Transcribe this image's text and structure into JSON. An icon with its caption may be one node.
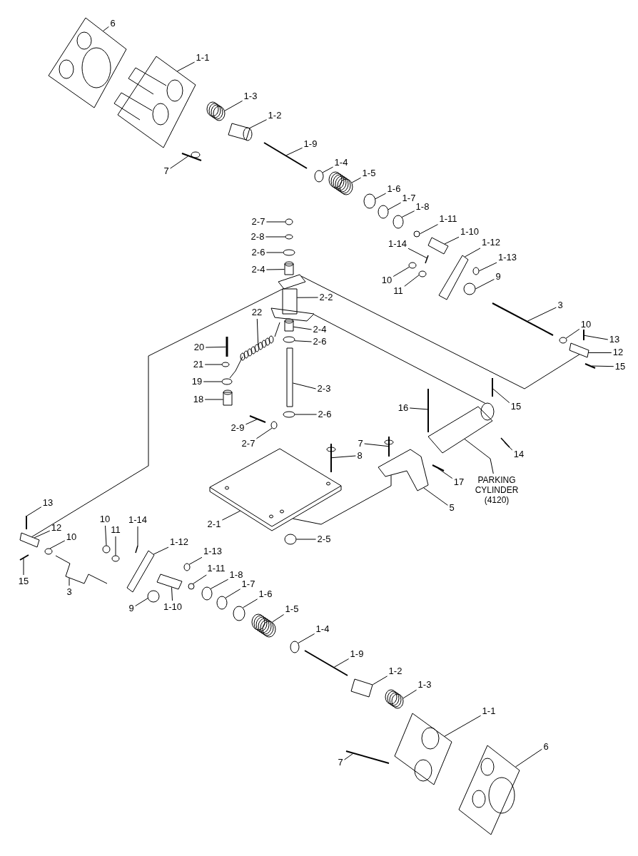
{
  "diagram": {
    "nodes": [
      {
        "text": [
          "6"
        ]
      },
      {
        "text": [
          "1-1"
        ]
      },
      {
        "text": [
          "1-3"
        ]
      },
      {
        "text": [
          "1-2"
        ]
      },
      {
        "text": [
          "7"
        ]
      },
      {
        "text": [
          "1-9"
        ]
      },
      {
        "text": [
          "1-4"
        ]
      },
      {
        "text": [
          "1-5"
        ]
      },
      {
        "text": [
          "1-6"
        ]
      },
      {
        "text": [
          "1-7"
        ]
      },
      {
        "text": [
          "1-8"
        ]
      },
      {
        "text": [
          "2-7"
        ]
      },
      {
        "text": [
          "1-11"
        ]
      },
      {
        "text": [
          "2-8"
        ]
      },
      {
        "text": [
          "1-10"
        ]
      },
      {
        "text": [
          "1-14"
        ]
      },
      {
        "text": [
          "1-12"
        ]
      },
      {
        "text": [
          "2-6"
        ]
      },
      {
        "text": [
          "1-13"
        ]
      },
      {
        "text": [
          "2-4"
        ]
      },
      {
        "text": [
          "10"
        ]
      },
      {
        "text": [
          "9"
        ]
      },
      {
        "text": [
          "11"
        ]
      },
      {
        "text": [
          "2-2"
        ]
      },
      {
        "text": [
          "3"
        ]
      },
      {
        "text": [
          "22"
        ]
      },
      {
        "text": [
          "2-4"
        ]
      },
      {
        "text": [
          "10"
        ]
      },
      {
        "text": [
          "13"
        ]
      },
      {
        "text": [
          "2-6"
        ]
      },
      {
        "text": [
          "20"
        ]
      },
      {
        "text": [
          "12"
        ]
      },
      {
        "text": [
          "21"
        ]
      },
      {
        "text": [
          "15"
        ]
      },
      {
        "text": [
          "19"
        ]
      },
      {
        "text": [
          "2-3"
        ]
      },
      {
        "text": [
          "18"
        ]
      },
      {
        "text": [
          "15"
        ]
      },
      {
        "text": [
          "16"
        ]
      },
      {
        "text": [
          "2-6"
        ]
      },
      {
        "text": [
          "2-9"
        ]
      },
      {
        "text": [
          "2-7"
        ]
      },
      {
        "text": [
          "7"
        ]
      },
      {
        "text": [
          "8"
        ]
      },
      {
        "text": [
          "14"
        ]
      },
      {
        "text": [
          "17"
        ]
      },
      {
        "text": [
          "PARKING CYLINDER (4120)"
        ]
      },
      {
        "text": [
          "5"
        ]
      },
      {
        "text": [
          "2-1"
        ]
      },
      {
        "text": [
          "2-5"
        ]
      },
      {
        "text": [
          "13"
        ]
      },
      {
        "text": [
          "10"
        ]
      },
      {
        "text": [
          "11"
        ]
      },
      {
        "text": [
          "1-14"
        ]
      },
      {
        "text": [
          "12"
        ]
      },
      {
        "text": [
          "10"
        ]
      },
      {
        "text": [
          "1-12"
        ]
      },
      {
        "text": [
          "1-13"
        ]
      },
      {
        "text": [
          "1-11"
        ]
      },
      {
        "text": [
          "1-8"
        ]
      },
      {
        "text": [
          "15"
        ]
      },
      {
        "text": [
          "1-7"
        ]
      },
      {
        "text": [
          "3"
        ]
      },
      {
        "text": [
          "1-6"
        ]
      },
      {
        "text": [
          "9"
        ]
      },
      {
        "text": [
          "1-10"
        ]
      },
      {
        "text": [
          "1-5"
        ]
      },
      {
        "text": [
          "1-4"
        ]
      },
      {
        "text": [
          "1-9"
        ]
      },
      {
        "text": [
          "1-2"
        ]
      },
      {
        "text": [
          "1-3"
        ]
      },
      {
        "text": [
          "1-1"
        ]
      },
      {
        "text": [
          "6"
        ]
      },
      {
        "text": [
          "7"
        ]
      },
      {
        "text": [],
        "shape": "picture"
      },
      {
        "text": [],
        "shape": "picture"
      },
      {
        "text": [],
        "shape": "picture"
      },
      {
        "text": [],
        "shape": "picture"
      },
      {
        "text": [],
        "shape": "picture"
      },
      {
        "text": [],
        "shape": "bar"
      },
      {
        "text": [],
        "shape": "circle"
      },
      {
        "text": [],
        "shape": "picture"
      },
      {
        "text": [],
        "shape": "circle"
      },
      {
        "text": [],
        "shape": "circle"
      },
      {
        "text": [],
        "shape": "circle"
      },
      {
        "text": [],
        "shape": "circle"
      },
      {
        "text": [],
        "shape": "circle"
      },
      {
        "text": [],
        "shape": "circle"
      },
      {
        "text": [],
        "shape": "box"
      },
      {
        "text": [],
        "shape": "bar"
      },
      {
        "text": [],
        "shape": "box"
      },
      {
        "text": [],
        "shape": "circle"
      },
      {
        "text": [],
        "shape": "circle"
      },
      {
        "text": [],
        "shape": "cylinder"
      },
      {
        "text": [],
        "shape": "circle"
      },
      {
        "text": [],
        "shape": "circle"
      },
      {
        "text": [],
        "shape": "circle"
      },
      {
        "text": [],
        "shape": "picture"
      },
      {
        "text": [],
        "shape": "bar"
      },
      {
        "text": [],
        "shape": "picture"
      },
      {
        "text": [],
        "shape": "cylinder"
      },
      {
        "text": [],
        "shape": "circle"
      },
      {
        "text": [],
        "shape": "bar"
      },
      {
        "text": [],
        "shape": "circle"
      },
      {
        "text": [],
        "shape": "bar"
      },
      {
        "text": [],
        "shape": "box"
      },
      {
        "text": [],
        "shape": "circle"
      },
      {
        "text": [],
        "shape": "bar"
      },
      {
        "text": [],
        "shape": "circle"
      },
      {
        "text": [],
        "shape": "box"
      },
      {
        "text": [],
        "shape": "cylinder"
      },
      {
        "text": [],
        "shape": "bar"
      },
      {
        "text": [],
        "shape": "bar"
      },
      {
        "text": [],
        "shape": "circle"
      },
      {
        "text": [],
        "shape": "bar"
      },
      {
        "text": [],
        "shape": "circle"
      },
      {
        "text": [],
        "shape": "picture"
      },
      {
        "text": [],
        "shape": "picture"
      },
      {
        "text": [],
        "shape": "bar"
      },
      {
        "text": [],
        "shape": "bar"
      },
      {
        "text": [],
        "shape": "picture"
      },
      {
        "text": [],
        "shape": "box"
      },
      {
        "text": [],
        "shape": "picture"
      },
      {
        "text": [],
        "shape": "circle"
      },
      {
        "text": [],
        "shape": "bar"
      },
      {
        "text": [],
        "shape": "circle"
      },
      {
        "text": [],
        "shape": "circle"
      },
      {
        "text": [],
        "shape": "bar"
      },
      {
        "text": [],
        "shape": "box"
      },
      {
        "text": [],
        "shape": "circle"
      },
      {
        "text": [],
        "shape": "box"
      },
      {
        "text": [],
        "shape": "circle"
      },
      {
        "text": [],
        "shape": "circle"
      },
      {
        "text": [],
        "shape": "circle"
      },
      {
        "text": [],
        "shape": "bar"
      },
      {
        "text": [],
        "shape": "circle"
      },
      {
        "text": [],
        "shape": "bar"
      },
      {
        "text": [],
        "shape": "circle"
      },
      {
        "text": [],
        "shape": "circle"
      },
      {
        "text": [],
        "shape": "box"
      },
      {
        "text": [],
        "shape": "picture"
      },
      {
        "text": [],
        "shape": "circle"
      },
      {
        "text": [],
        "shape": "bar"
      },
      {
        "text": [],
        "shape": "picture"
      },
      {
        "text": [],
        "shape": "picture"
      },
      {
        "text": [],
        "shape": "picture"
      },
      {
        "text": [],
        "shape": "picture"
      },
      {
        "text": [],
        "shape": "bar"
      }
    ],
    "edges": [
      {
        "from": 0,
        "to": 74,
        "arrow": "none"
      },
      {
        "from": 1,
        "to": 75,
        "arrow": "none"
      },
      {
        "from": 2,
        "to": 76,
        "arrow": "none"
      },
      {
        "from": 3,
        "to": 77,
        "arrow": "none"
      },
      {
        "from": 4,
        "to": 78,
        "arrow": "none"
      },
      {
        "from": 5,
        "to": 79,
        "arrow": "none"
      },
      {
        "from": 6,
        "to": 80,
        "arrow": "none"
      },
      {
        "from": 7,
        "to": 81,
        "arrow": "none"
      },
      {
        "from": 8,
        "to": 82,
        "arrow": "none"
      },
      {
        "from": 9,
        "to": 83,
        "arrow": "none"
      },
      {
        "from": 10,
        "to": 84,
        "arrow": "none"
      },
      {
        "from": 11,
        "to": 85,
        "arrow": "none"
      },
      {
        "from": 12,
        "to": 86,
        "arrow": "none"
      },
      {
        "from": 13,
        "to": 87,
        "arrow": "none"
      },
      {
        "from": 14,
        "to": 88,
        "arrow": "none"
      },
      {
        "from": 15,
        "to": 89,
        "arrow": "none"
      },
      {
        "from": 16,
        "to": 90,
        "arrow": "none"
      },
      {
        "from": 17,
        "to": 91,
        "arrow": "none"
      },
      {
        "from": 18,
        "to": 92,
        "arrow": "none"
      },
      {
        "from": 19,
        "to": 93,
        "arrow": "none"
      },
      {
        "from": 20,
        "to": 94,
        "arrow": "none"
      },
      {
        "from": 21,
        "to": 95,
        "arrow": "none"
      },
      {
        "from": 22,
        "to": 96,
        "arrow": "none"
      },
      {
        "from": 23,
        "to": 97,
        "arrow": "none"
      },
      {
        "from": 24,
        "to": 98,
        "arrow": "none"
      },
      {
        "from": 25,
        "to": 99,
        "arrow": "none"
      },
      {
        "from": 26,
        "to": 100,
        "arrow": "none"
      },
      {
        "from": 27,
        "to": 101,
        "arrow": "none"
      },
      {
        "from": 28,
        "to": 102,
        "arrow": "none"
      },
      {
        "from": 29,
        "to": 103,
        "arrow": "none"
      },
      {
        "from": 30,
        "to": 104,
        "arrow": "none"
      },
      {
        "from": 31,
        "to": 105,
        "arrow": "none"
      },
      {
        "from": 32,
        "to": 106,
        "arrow": "none"
      },
      {
        "from": 33,
        "to": 107,
        "arrow": "none"
      },
      {
        "from": 34,
        "to": 108,
        "arrow": "none"
      },
      {
        "from": 35,
        "to": 109,
        "arrow": "none"
      },
      {
        "from": 36,
        "to": 110,
        "arrow": "none"
      },
      {
        "from": 37,
        "to": 111,
        "arrow": "none"
      },
      {
        "from": 38,
        "to": 112,
        "arrow": "none"
      },
      {
        "from": 39,
        "to": 113,
        "arrow": "none"
      },
      {
        "from": 40,
        "to": 114,
        "arrow": "none"
      },
      {
        "from": 41,
        "to": 115,
        "arrow": "none"
      },
      {
        "from": 42,
        "to": 116,
        "arrow": "none"
      },
      {
        "from": 43,
        "to": 117,
        "arrow": "none"
      },
      {
        "from": 44,
        "to": 118,
        "arrow": "none"
      },
      {
        "from": 45,
        "to": 119,
        "arrow": "none"
      },
      {
        "from": 46,
        "to": 120,
        "arrow": "none"
      },
      {
        "from": 47,
        "to": 121,
        "arrow": "none"
      },
      {
        "from": 48,
        "to": 122,
        "arrow": "none"
      },
      {
        "from": 49,
        "to": 123,
        "arrow": "none"
      },
      {
        "from": 50,
        "to": 124,
        "arrow": "none"
      },
      {
        "from": 51,
        "to": 125,
        "arrow": "none"
      },
      {
        "from": 52,
        "to": 126,
        "arrow": "none"
      },
      {
        "from": 53,
        "to": 127,
        "arrow": "none"
      },
      {
        "from": 54,
        "to": 128,
        "arrow": "none"
      },
      {
        "from": 55,
        "to": 129,
        "arrow": "none"
      },
      {
        "from": 56,
        "to": 130,
        "arrow": "none"
      },
      {
        "from": 57,
        "to": 131,
        "arrow": "none"
      },
      {
        "from": 58,
        "to": 132,
        "arrow": "none"
      },
      {
        "from": 59,
        "to": 133,
        "arrow": "none"
      },
      {
        "from": 60,
        "to": 134,
        "arrow": "none"
      },
      {
        "from": 61,
        "to": 135,
        "arrow": "none"
      },
      {
        "from": 62,
        "to": 136,
        "arrow": "none"
      },
      {
        "from": 63,
        "to": 137,
        "arrow": "none"
      },
      {
        "from": 64,
        "to": 138,
        "arrow": "none"
      },
      {
        "from": 65,
        "to": 139,
        "arrow": "none"
      },
      {
        "from": 66,
        "to": 140,
        "arrow": "none"
      },
      {
        "from": 67,
        "to": 141,
        "arrow": "none"
      },
      {
        "from": 68,
        "to": 142,
        "arrow": "none"
      },
      {
        "from": 69,
        "to": 143,
        "arrow": "none"
      },
      {
        "from": 70,
        "to": 144,
        "arrow": "none"
      },
      {
        "from": 71,
        "to": 145,
        "arrow": "none"
      },
      {
        "from": 72,
        "to": 146,
        "arrow": "none"
      },
      {
        "from": 73,
        "to": 147,
        "arrow": "none"
      },
      {
        "from": 97,
        "to": 105,
        "arrow": "none"
      },
      {
        "from": 97,
        "to": 120,
        "arrow": "none"
      },
      {
        "from": 97,
        "to": 128,
        "arrow": "none"
      },
      {
        "from": 122,
        "to": 121,
        "arrow": "none"
      }
    ]
  }
}
